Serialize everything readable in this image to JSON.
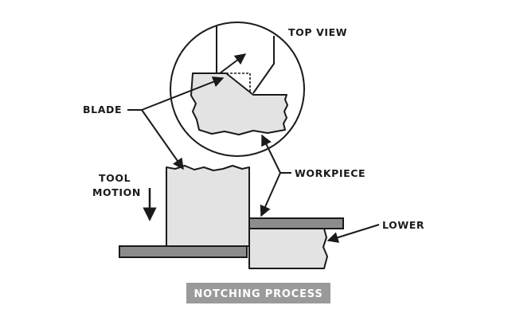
{
  "labels": {
    "top_view": "TOP VIEW",
    "blade": "BLADE",
    "tool_motion_line1": "TOOL",
    "tool_motion_line2": "MOTION",
    "workpiece": "WORKPIECE",
    "lower": "LOWER"
  },
  "caption": "NOTCHING PROCESS",
  "colors": {
    "workpiece_fill": "#e3e3e3",
    "plate_fill": "#8c8c8c",
    "caption_bg": "#9a9a9a",
    "ink": "#1a1a1a"
  }
}
